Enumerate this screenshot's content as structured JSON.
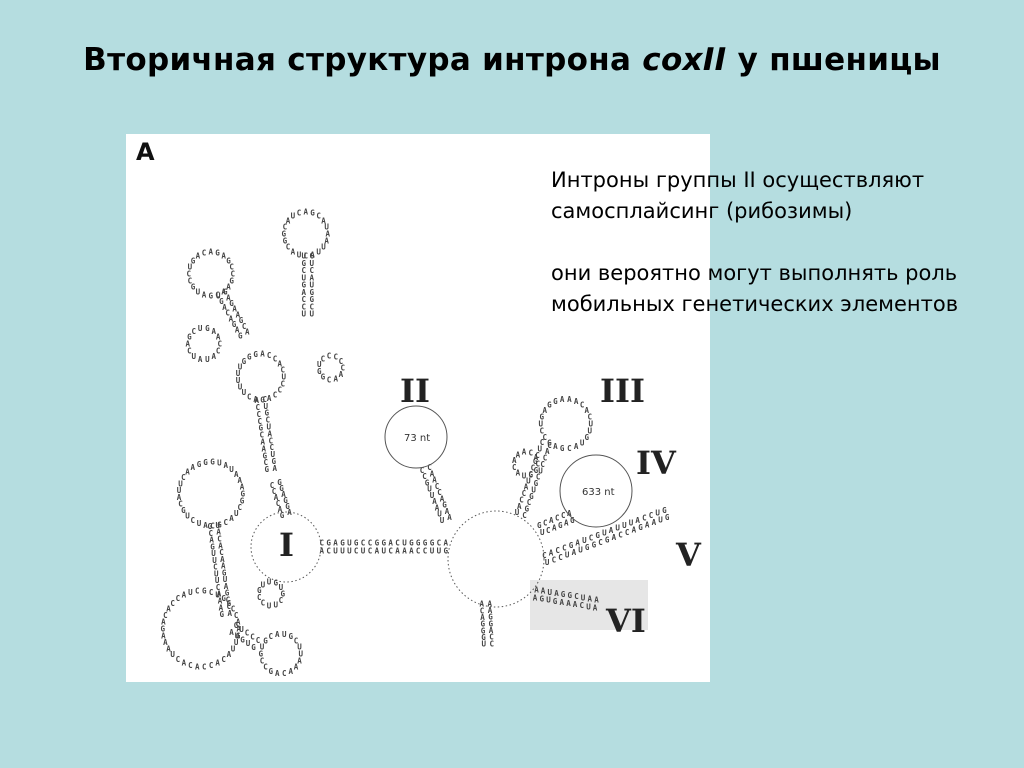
{
  "slide": {
    "title_prefix": "Вторичная структура интрона ",
    "title_italic": "coxII",
    "title_suffix": " у пшеницы",
    "paragraph1": "Интроны группы  II осуществляют самосплайсинг (рибозимы)",
    "paragraph2": " они вероятно могут выполнять роль мобильных генетических элементов"
  },
  "figure": {
    "panel_label": "A",
    "domains": [
      "I",
      "II",
      "III",
      "IV",
      "V",
      "VI"
    ],
    "loop_II": "73 nt",
    "loop_IV": "633 nt",
    "colors": {
      "highlight_box": "#e6e6e6",
      "background": "#ffffff"
    }
  }
}
